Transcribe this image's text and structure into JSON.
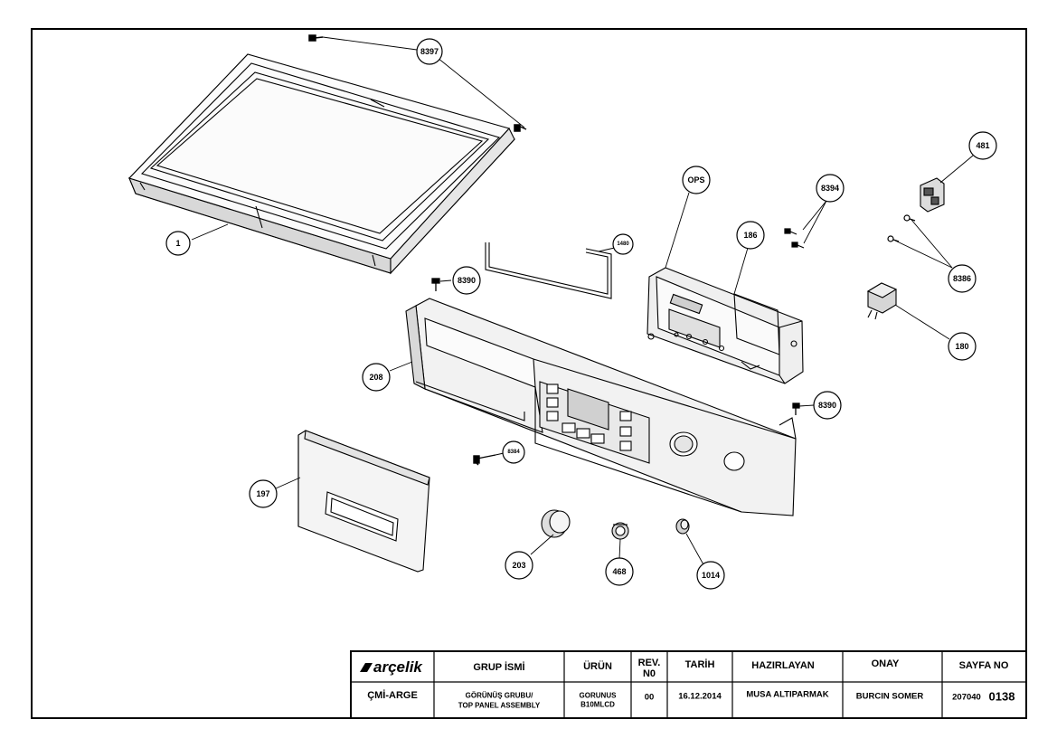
{
  "callouts": {
    "c8397": "8397",
    "c1": "1",
    "c1480": "1480",
    "c8390a": "8390",
    "cOPS": "OPS",
    "c8394": "8394",
    "c186": "186",
    "c481": "481",
    "c8386": "8386",
    "c180": "180",
    "c208": "208",
    "c8390b": "8390",
    "c8384": "8384",
    "c197": "197",
    "c203": "203",
    "c468": "468",
    "c1014": "1014"
  },
  "title_block": {
    "brand": "arçelik",
    "headers": {
      "group": "GRUP İSMİ",
      "product": "ÜRÜN",
      "rev_line1": "REV.",
      "rev_line2": "N0",
      "date": "TARİH",
      "prepared": "HAZIRLAYAN",
      "approval": "ONAY",
      "page": "SAYFA NO"
    },
    "values": {
      "department": "ÇMİ-ARGE",
      "group_line1": "GÖRÜNÜŞ GRUBU/",
      "group_line2": "TOP PANEL ASSEMBLY",
      "product_line1": "GORUNUS",
      "product_line2": "B10MLCD",
      "rev": "00",
      "date": "16.12.2014",
      "prepared": "MUSA ALTIPARMAK",
      "approval": "BURCIN SOMER",
      "page_prefix": "207040",
      "page_number": "0138"
    }
  }
}
